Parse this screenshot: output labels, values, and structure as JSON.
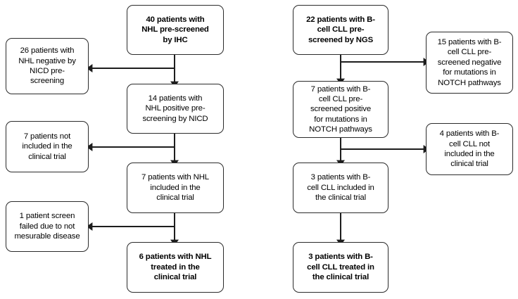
{
  "figure": {
    "type": "flowchart",
    "title": "Patient screening and enrollment flow diagram",
    "orientation": "two parallel vertical chains with lateral exclusion branches",
    "stroke_color": "#2b2b2b",
    "background_color": "#ffffff"
  },
  "left_branch": {
    "cohort": "NHL",
    "main_chain": [
      {
        "id": "nhl-prescreened",
        "text": "40 patients with\nNHL pre-screened\nby IHC",
        "count": 40,
        "bold": true
      },
      {
        "id": "nhl-nicd-positive",
        "text": "14 patients with\nNHL positive pre-\nscreening by NICD",
        "count": 14,
        "bold": false
      },
      {
        "id": "nhl-included",
        "text": "7 patients with NHL\nincluded in the\nclinical trial",
        "count": 7,
        "bold": false
      },
      {
        "id": "nhl-treated",
        "text": "6 patients with NHL\ntreated in the\nclinical trial",
        "count": 6,
        "bold": true
      }
    ],
    "exclusions": [
      {
        "id": "nhl-nicd-negative",
        "text": "26 patients with\nNHL negative by\nNICD pre-\nscreening",
        "count": 26
      },
      {
        "id": "nhl-not-included",
        "text": "7 patients not\nincluded in the\nclinical trial",
        "count": 7
      },
      {
        "id": "nhl-screen-failed",
        "text": "1 patient screen\nfailed due to not\nmesurable disease",
        "count": 1
      }
    ]
  },
  "right_branch": {
    "cohort": "B-cell CLL",
    "main_chain": [
      {
        "id": "cll-prescreened",
        "text": "22 patients with B-\ncell CLL pre-\nscreened by NGS",
        "count": 22,
        "bold": true
      },
      {
        "id": "cll-notch-positive",
        "text": "7 patients with B-\ncell CLL pre-\nscreened positive\nfor mutations in\nNOTCH pathways",
        "count": 7,
        "bold": false
      },
      {
        "id": "cll-included",
        "text": "3 patients with B-\ncell CLL included in\nthe clinical trial",
        "count": 3,
        "bold": false
      },
      {
        "id": "cll-treated",
        "text": "3 patients with B-\ncell CLL treated in\nthe clinical trial",
        "count": 3,
        "bold": true
      }
    ],
    "exclusions": [
      {
        "id": "cll-notch-negative",
        "text": "15 patients with B-\ncell CLL pre-\nscreened negative\nfor mutations in\nNOTCH pathways",
        "count": 15
      },
      {
        "id": "cll-not-included",
        "text": "4 patients with B-\ncell CLL not\nincluded in the\nclinical trial",
        "count": 4
      }
    ]
  }
}
